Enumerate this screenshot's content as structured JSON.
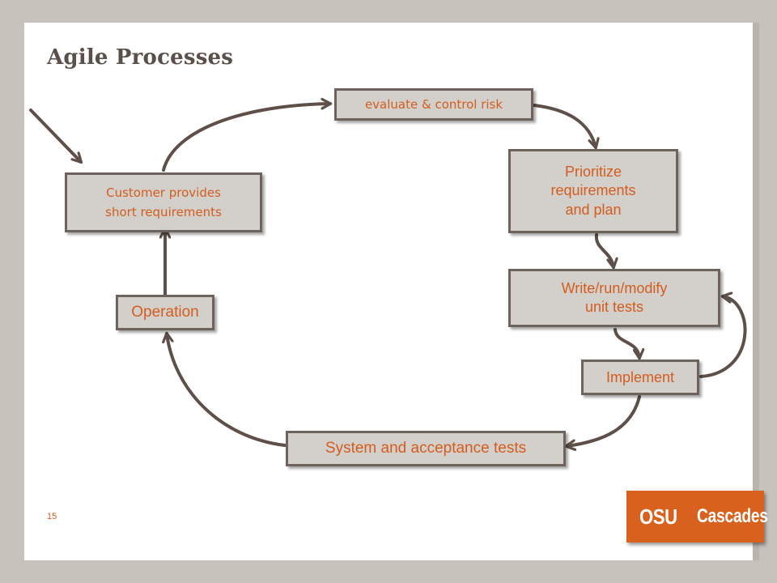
{
  "slide": {
    "title": "Agile Processes",
    "page_number": "15"
  },
  "boxes": {
    "evaluate": "evaluate & control risk",
    "prioritize": "Prioritize\nrequirements\nand plan",
    "customer": "Customer provides\nshort requirements",
    "write_tests": "Write/run/modify\nunit tests",
    "operation": "Operation",
    "implement": "Implement",
    "system_tests": "System and acceptance tests"
  },
  "logo": {
    "left": "OSU",
    "right": "Cascades"
  },
  "colors": {
    "text_accent": "#d35d1e",
    "box_fill": "#d3cfcb",
    "box_border": "#6e635c",
    "arrow": "#5e5049",
    "logo_bg": "#d8621d",
    "frame": "#c7c2bc"
  }
}
